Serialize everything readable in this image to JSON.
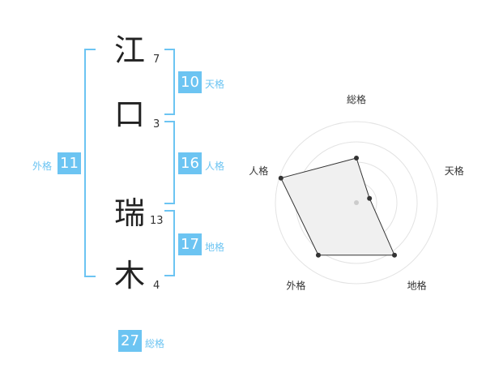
{
  "name": {
    "chars": [
      {
        "char": "江",
        "strokes": "7"
      },
      {
        "char": "口",
        "strokes": "3"
      },
      {
        "char": "瑞",
        "strokes": "13"
      },
      {
        "char": "木",
        "strokes": "4"
      }
    ]
  },
  "fortunes": {
    "tenkaku": {
      "value": "10",
      "label": "天格"
    },
    "jinkaku": {
      "value": "16",
      "label": "人格"
    },
    "chikaku": {
      "value": "17",
      "label": "地格"
    },
    "gaikaku": {
      "value": "11",
      "label": "外格"
    },
    "soukaku": {
      "value": "27",
      "label": "総格"
    }
  },
  "colors": {
    "accent": "#6cc4f2",
    "text": "#222222"
  },
  "chart_data": {
    "type": "radar",
    "axes": [
      "総格",
      "天格",
      "地格",
      "外格",
      "人格"
    ],
    "values": [
      0.55,
      0.17,
      0.8,
      0.8,
      0.98
    ],
    "rings": 4,
    "range": [
      0,
      1
    ]
  }
}
